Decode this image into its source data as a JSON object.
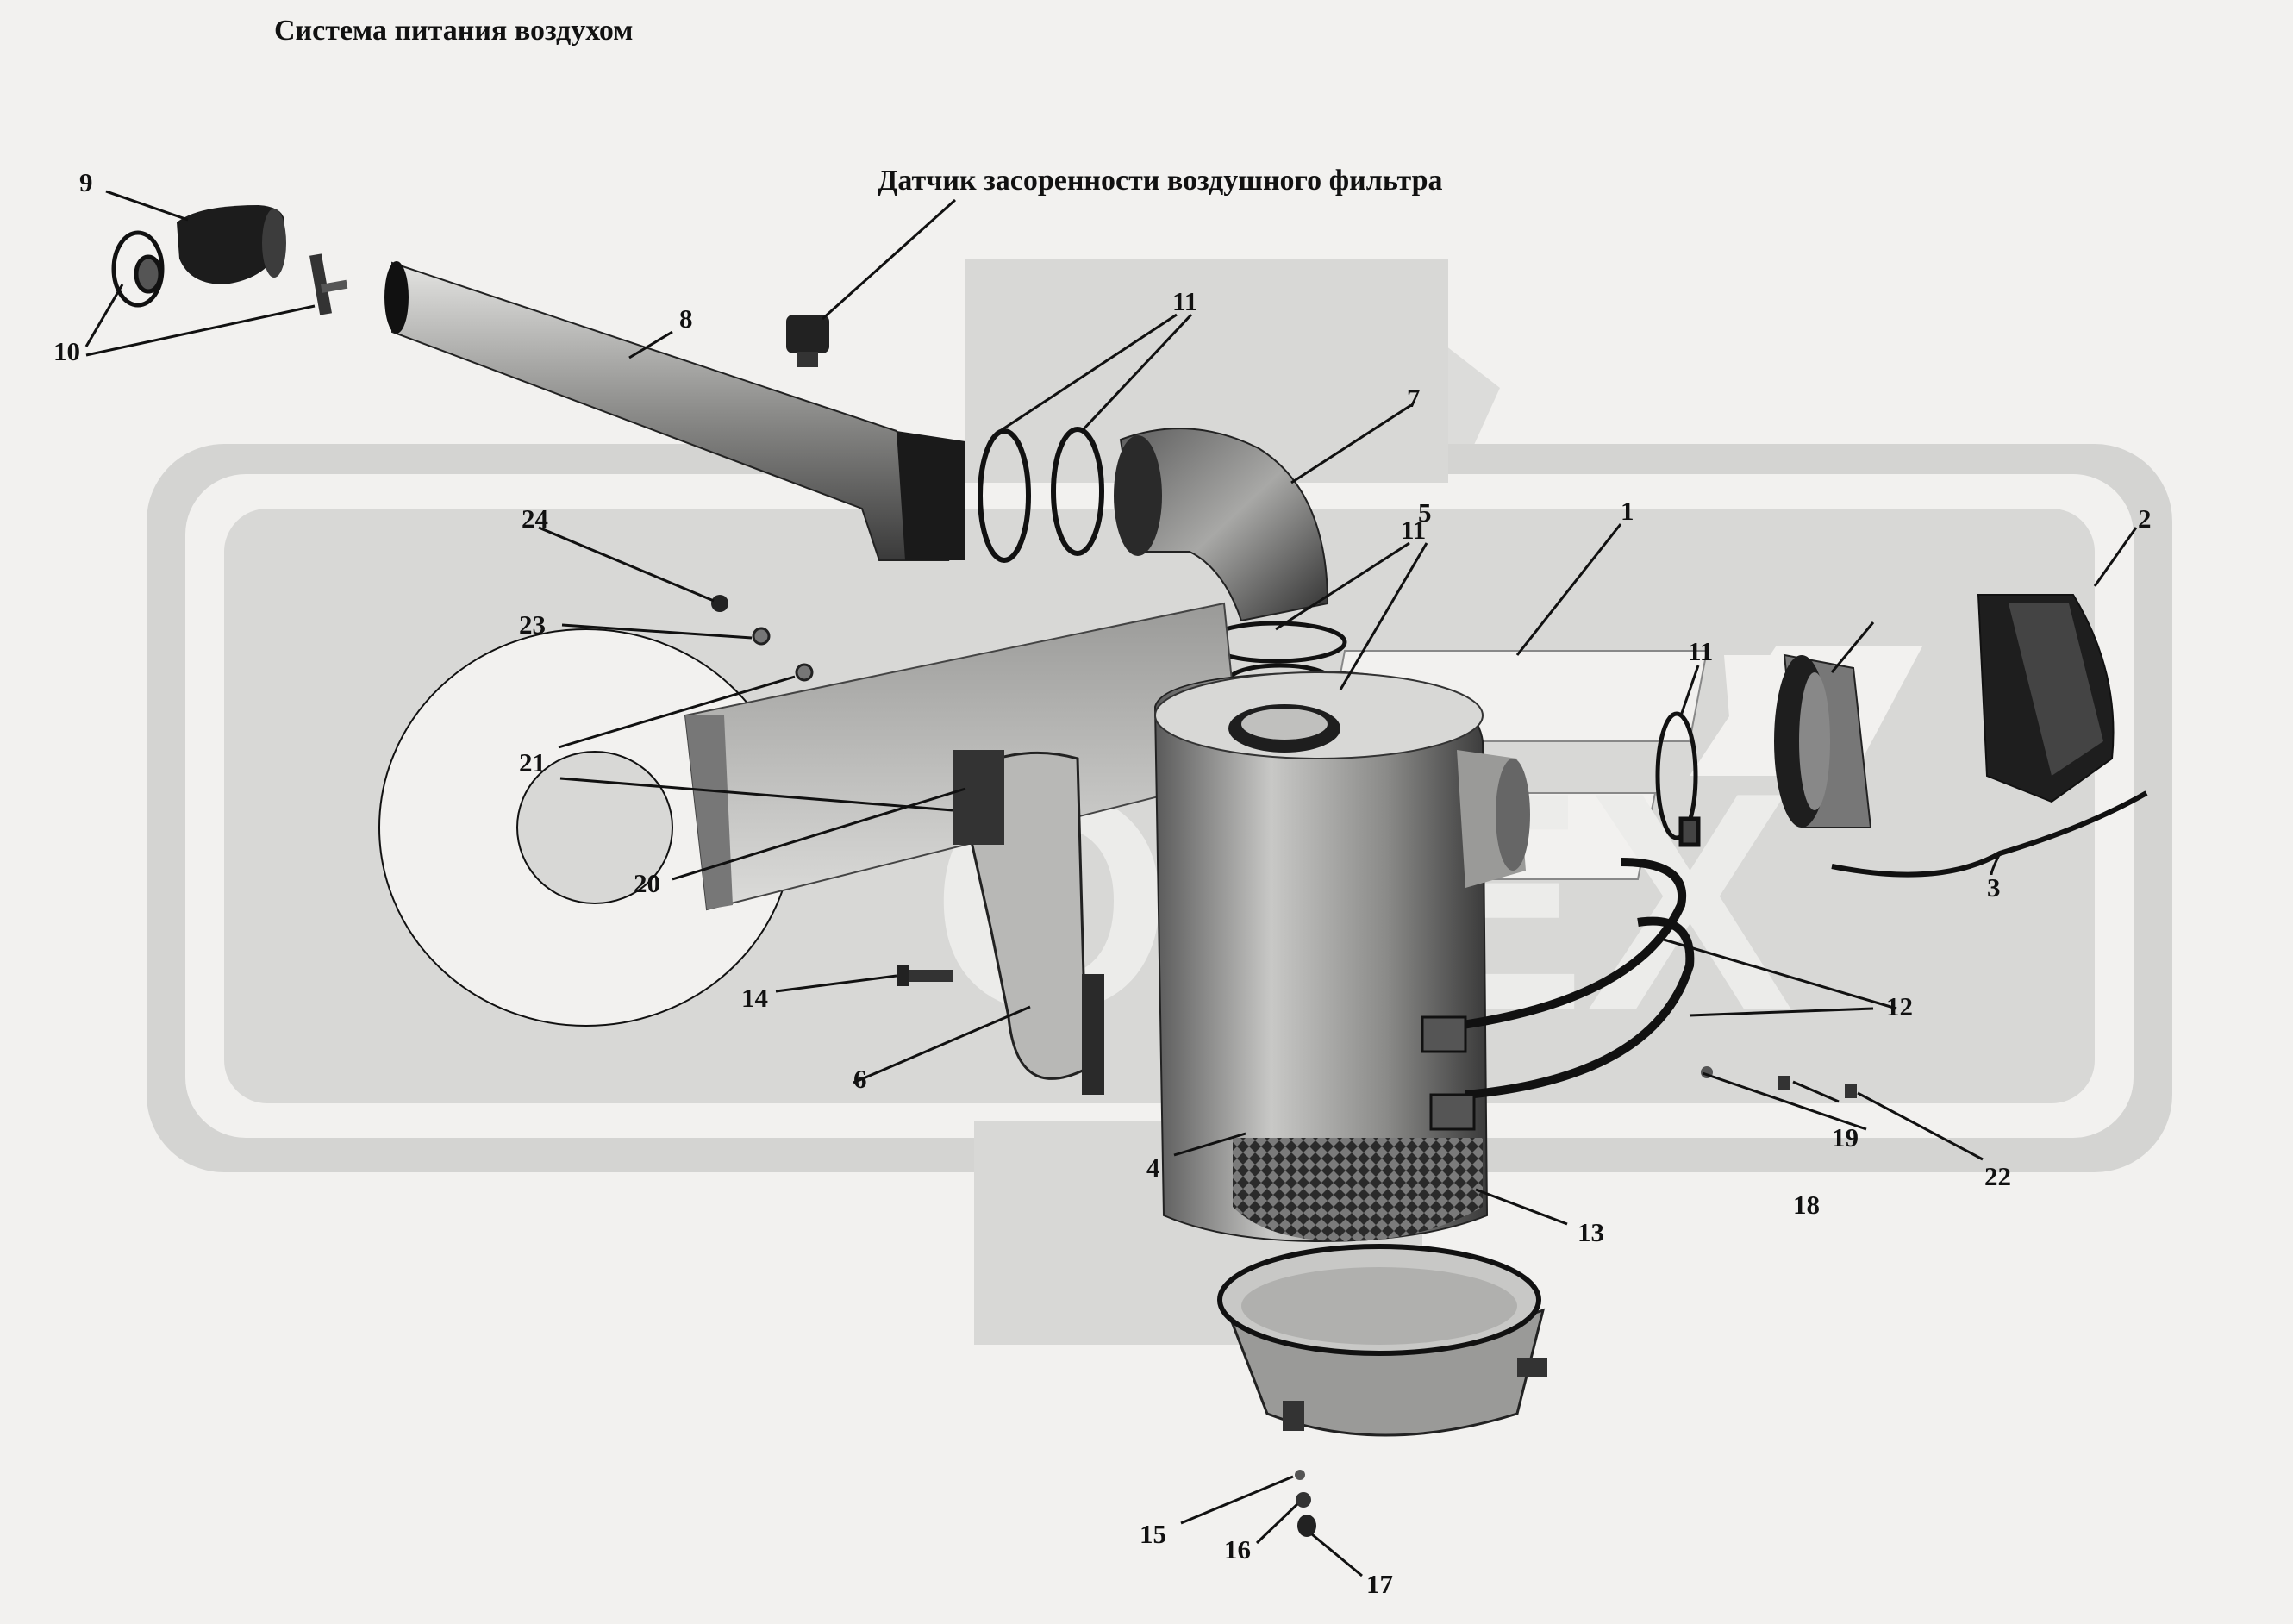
{
  "title": "Система питания воздухом",
  "sensor_label": "Датчик засоренности воздушного фильтра",
  "watermark": "OPEX",
  "callouts": {
    "c1": "1",
    "c2": "2",
    "c3": "3",
    "c4": "4",
    "c5": "5",
    "c6": "6",
    "c7": "7",
    "c8": "8",
    "c9": "9",
    "c10": "10",
    "c11a": "11",
    "c11b": "11",
    "c11c": "11",
    "c12": "12",
    "c13": "13",
    "c14": "14",
    "c15": "15",
    "c16": "16",
    "c17": "17",
    "c18": "18",
    "c19": "19",
    "c20": "20",
    "c21": "21",
    "c22": "22",
    "c23": "23",
    "c24": "24"
  },
  "colors": {
    "ink": "#111111",
    "watermark": "#d6d6d4",
    "part_dark": "#2a2a2a",
    "part_mid": "#7a7a7a",
    "part_light": "#bdbdbb"
  }
}
